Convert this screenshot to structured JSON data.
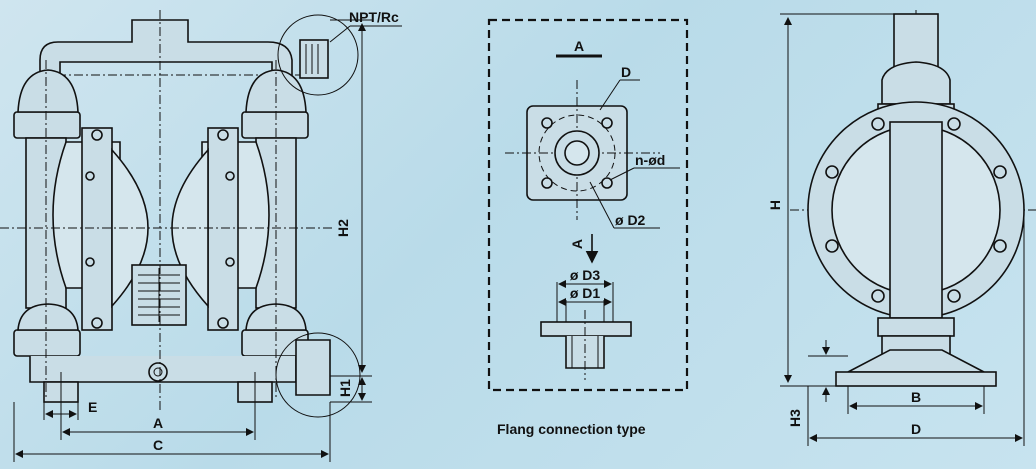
{
  "left_view": {
    "labels": {
      "thread": "NPT/Rc",
      "h2": "H2",
      "h1": "H1",
      "e": "E",
      "a": "A",
      "c": "C"
    }
  },
  "flange_view": {
    "labels": {
      "section": "A",
      "d": "D",
      "n_od": "n-ød",
      "d2": "ø D2",
      "arrow": "A",
      "d3": "ø D3",
      "d1": "ø D1"
    },
    "caption": "Flang connection type"
  },
  "right_view": {
    "labels": {
      "h": "H",
      "h3": "H3",
      "b": "B",
      "d": "D"
    }
  }
}
